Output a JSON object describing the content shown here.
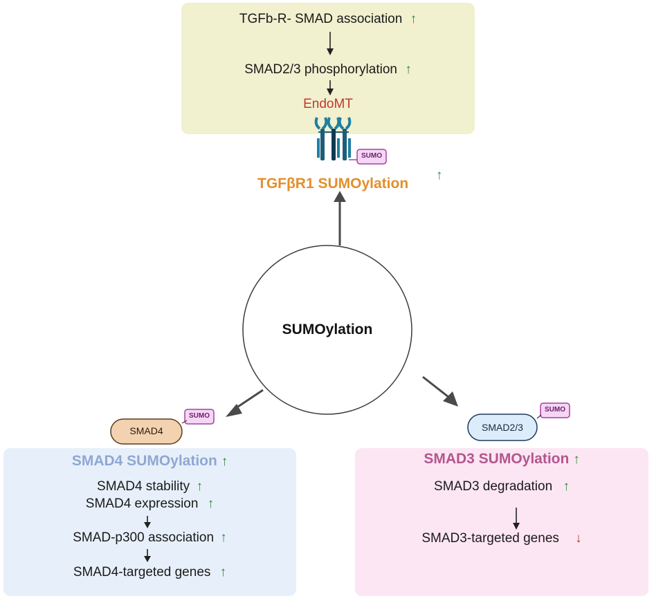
{
  "colors": {
    "top_panel": "#f1f0cf",
    "left_panel": "#e7f0fa",
    "right_panel": "#fce6f3",
    "up_arrow": "#2e8a2e",
    "down_arrow": "#c0392b",
    "tgfbr1_title": "#e38f2b",
    "smad4_title": "#8fa7d4",
    "smad3_title": "#b4568f",
    "endomt": "#c0392b",
    "receptor": "#1e5d7a",
    "sumo_tag_border": "#a340a3",
    "sumo_tag_fill": "#f5d6f5"
  },
  "center": {
    "label": "SUMOylation"
  },
  "top": {
    "lines": [
      "TGFb-R- SMAD association",
      "SMAD2/3 phosphorylation"
    ],
    "endomt": "EndoMT",
    "title": "TGFβR1 SUMOylation",
    "sumo_tag": "SUMO"
  },
  "left": {
    "protein": "SMAD4",
    "sumo_tag": "SUMO",
    "title": "SMAD4 SUMOylation",
    "lines": [
      "SMAD4 stability",
      "SMAD4 expression",
      "SMAD-p300 association",
      "SMAD4-targeted genes"
    ]
  },
  "right": {
    "protein": "SMAD2/3",
    "sumo_tag": "SUMO",
    "title": "SMAD3 SUMOylation",
    "lines": [
      "SMAD3 degradation",
      "SMAD3-targeted genes"
    ]
  },
  "symbols": {
    "up": "↑",
    "down": "↓"
  }
}
